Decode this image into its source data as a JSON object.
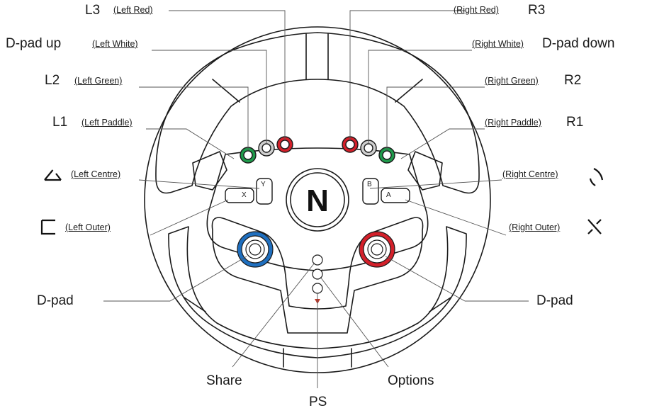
{
  "logo_letter": "N",
  "labels": {
    "l3": "L3",
    "left_red": "(Left Red)",
    "dpad_up": "D-pad up",
    "left_white": "(Left White)",
    "l2": "L2",
    "left_green": "(Left Green)",
    "l1": "L1",
    "left_paddle": "(Left Paddle)",
    "left_centre": "(Left Centre)",
    "left_outer": "(Left Outer)",
    "dpad_left": "D-pad",
    "r3": "R3",
    "right_red": "(Right Red)",
    "dpad_down": "D-pad down",
    "right_white": "(Right White)",
    "r2": "R2",
    "right_green": "(Right Green)",
    "r1": "R1",
    "right_paddle": "(Right Paddle)",
    "right_centre": "(Right Centre)",
    "right_outer": "(Right Outer)",
    "dpad_right": "D-pad",
    "share": "Share",
    "ps": "PS",
    "options": "Options"
  },
  "buttons": {
    "y": "Y",
    "x": "X",
    "b": "B",
    "a": "A"
  },
  "colors": {
    "red": "#d3202a",
    "green": "#1f9a4b",
    "blue": "#1f6fbf",
    "white": "#cfcfcf",
    "line": "#1a1a1a",
    "triangle": "#c0392b"
  },
  "icons": [
    "triangle-icon",
    "square-icon",
    "circle-icon",
    "cross-icon",
    "share-icon",
    "options-icon",
    "home-icon"
  ]
}
